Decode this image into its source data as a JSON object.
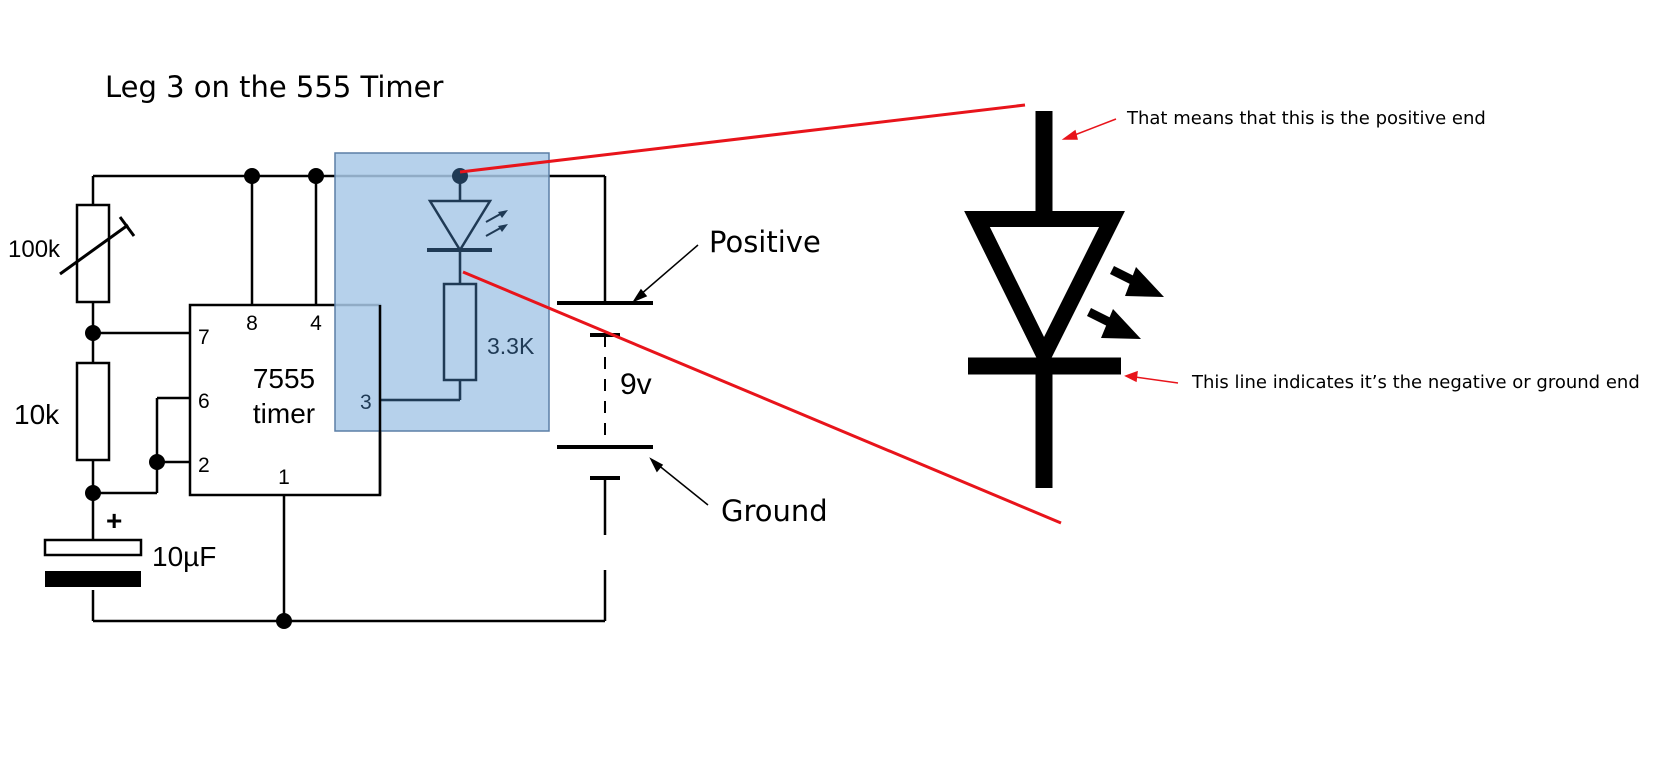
{
  "title": "Leg 3 on the 555 Timer",
  "circuit": {
    "pot_label": "100k",
    "resistor_label": "10k",
    "capacitor_label": "10µF",
    "capacitor_polarity": "+",
    "led_resistor_label": "3.3K",
    "battery_label": "9v",
    "chip_name_line1": "7555",
    "chip_name_line2": "timer",
    "pins": {
      "p7": "7",
      "p6": "6",
      "p2": "2",
      "p8": "8",
      "p4": "4",
      "p3": "3",
      "p1": "1"
    }
  },
  "callouts": {
    "positive": "Positive",
    "ground": "Ground",
    "positive_end_note": "That means that this is the positive end",
    "negative_end_note": "This line indicates it’s the negative or ground end"
  },
  "colors": {
    "highlight_fill": "#a9c9e7",
    "highlight_stroke": "#5b7fa6",
    "zoom_lines": "#e8141b",
    "wire": "#000000"
  }
}
